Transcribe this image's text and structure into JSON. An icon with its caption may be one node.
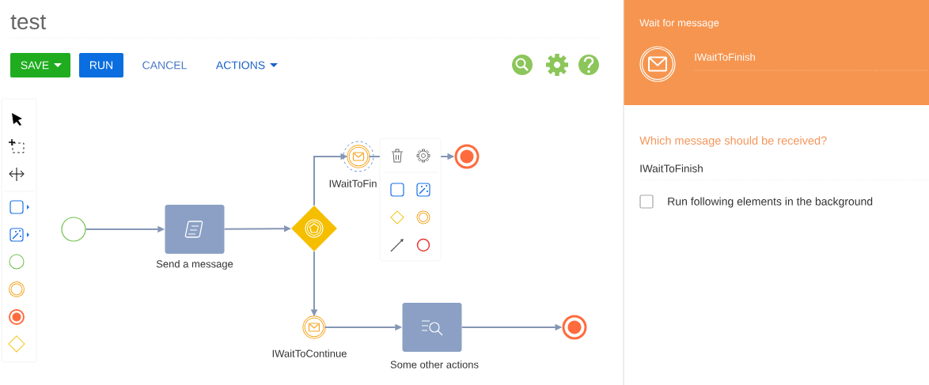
{
  "diagram": {
    "title": "test",
    "nodes": [
      {
        "text": [],
        "shape": "circle"
      },
      {
        "text": [
          "Send a message"
        ]
      },
      {
        "text": [],
        "shape": "diamond"
      },
      {
        "text": [
          "IWaitToFin"
        ]
      },
      {
        "text": [],
        "shape": "circle"
      },
      {
        "text": [
          "IWaitToContinue"
        ]
      },
      {
        "text": [
          "Some other actions"
        ]
      },
      {
        "text": [],
        "shape": "circle"
      }
    ],
    "edges": [
      {
        "from": 0,
        "to": 1,
        "arrow": "to"
      },
      {
        "from": 1,
        "to": 2,
        "arrow": "to"
      },
      {
        "from": 2,
        "to": 3,
        "arrow": "to"
      },
      {
        "from": 3,
        "to": 4,
        "arrow": "to"
      },
      {
        "from": 2,
        "to": 5,
        "arrow": "to"
      },
      {
        "from": 5,
        "to": 6,
        "arrow": "to"
      },
      {
        "from": 6,
        "to": 7,
        "arrow": "to"
      }
    ],
    "labels": [
      "SAVE",
      "RUN",
      "CANCEL",
      "ACTIONS",
      "Wait for message",
      "IWaitToFinish",
      "Which message should be received?",
      "IWaitToFinish",
      "Run following elements in the background"
    ]
  }
}
